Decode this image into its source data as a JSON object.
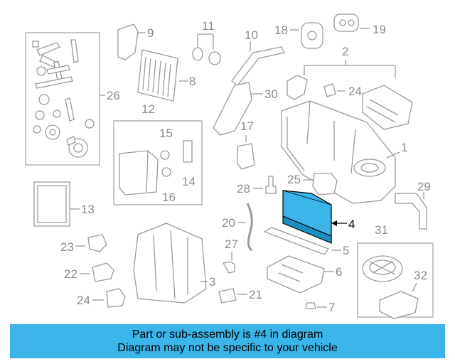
{
  "callouts": {
    "c1": "1",
    "c2": "2",
    "c3": "3",
    "c4": "4",
    "c5": "5",
    "c6": "6",
    "c7": "7",
    "c8": "8",
    "c9": "9",
    "c10": "10",
    "c11": "11",
    "c12": "12",
    "c13": "13",
    "c14": "14",
    "c15": "15",
    "c16": "16",
    "c17": "17",
    "c18": "18",
    "c19": "19",
    "c20": "20",
    "c21": "21",
    "c22": "22",
    "c23": "23",
    "c24a": "24",
    "c24b": "24",
    "c25": "25",
    "c26": "26",
    "c27": "27",
    "c28": "28",
    "c29": "29",
    "c30": "30",
    "c31": "31",
    "c32": "32"
  },
  "highlight": {
    "part_number": "4",
    "color": "#3bb4ea"
  },
  "banner": {
    "line1": "Part or sub-assembly is #4 in diagram",
    "line2": "Diagram may not be specific to your vehicle",
    "color": "#3bb4ea"
  }
}
